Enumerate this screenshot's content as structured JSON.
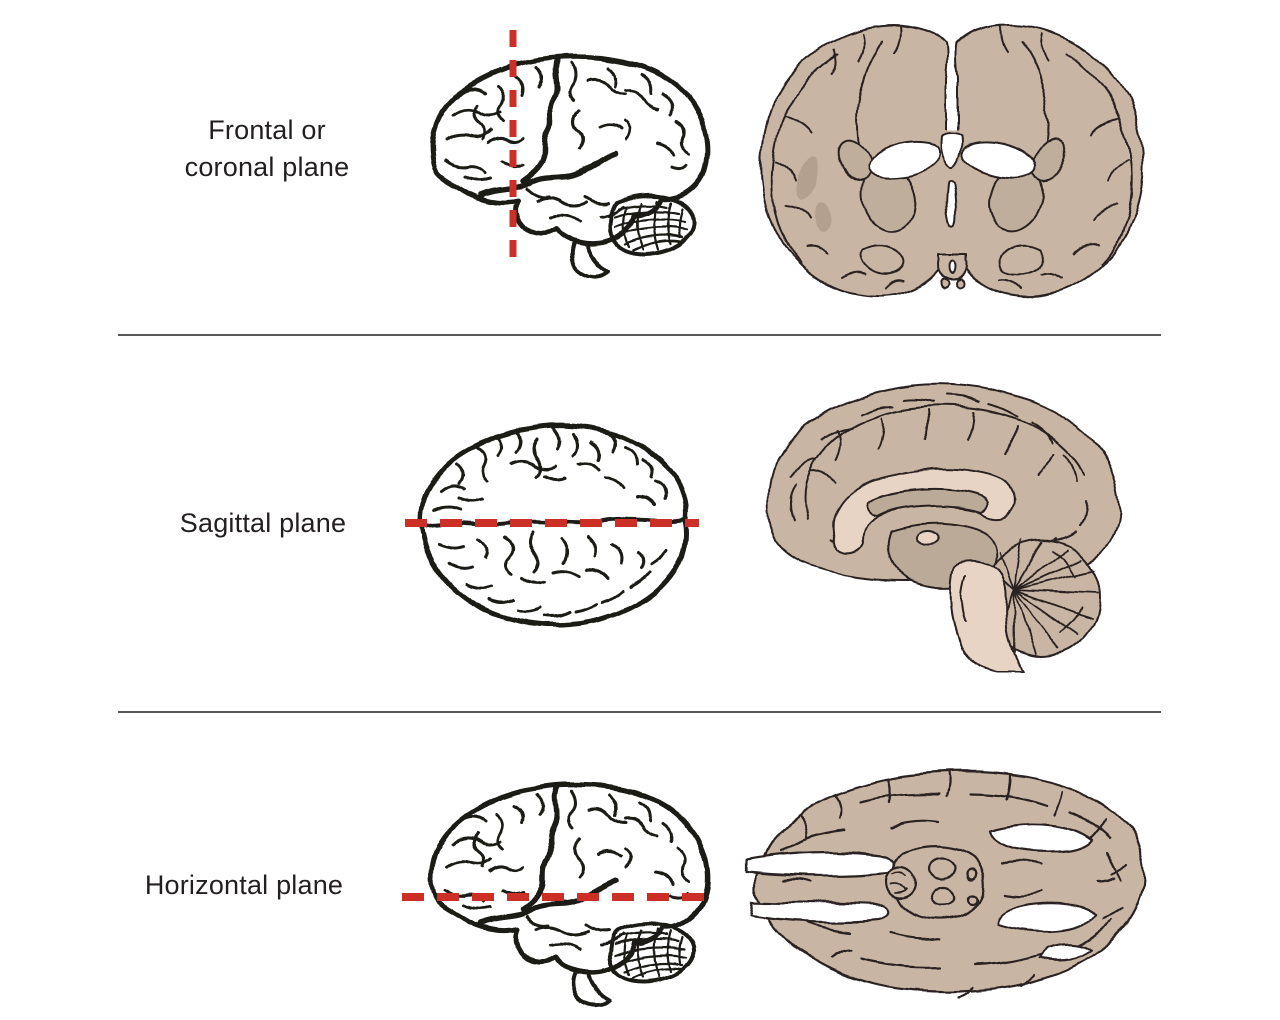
{
  "figure": {
    "description": "Anatomical planes of the brain",
    "rows": [
      {
        "id": "frontal-coronal",
        "label_lines": [
          "Frontal or",
          "coronal plane"
        ],
        "cut_line_orientation": "vertical",
        "left_art": "brain-lateral-view",
        "right_art": "coronal-cross-section"
      },
      {
        "id": "sagittal",
        "label_lines": [
          "Sagittal plane"
        ],
        "cut_line_orientation": "horizontal",
        "left_art": "brain-top-view",
        "right_art": "sagittal-cross-section"
      },
      {
        "id": "horizontal",
        "label_lines": [
          "Horizontal plane"
        ],
        "cut_line_orientation": "horizontal",
        "left_art": "brain-lateral-view",
        "right_art": "horizontal-cross-section"
      }
    ],
    "colors": {
      "accent_red": "#cb2f26",
      "section_tan": "#c9b5a4",
      "section_tan_dark": "#b3a08f",
      "section_tan_light": "#e8d4c4",
      "section_tan_mid": "#bcaa98",
      "outline_dark": "#2b2420",
      "lineart_black": "#1e1a17",
      "divider_gray": "#58585a",
      "text_color": "#231f20",
      "background": "#ffffff"
    }
  }
}
